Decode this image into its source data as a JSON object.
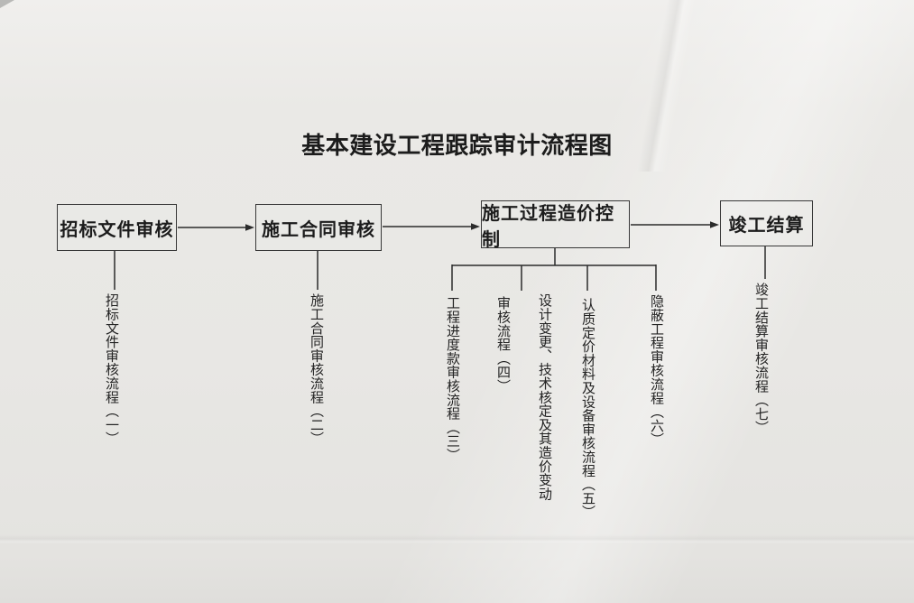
{
  "title": "基本建设工程跟踪审计流程图",
  "colors": {
    "paper": "#e8e7e4",
    "ink": "#1c1c1c",
    "line": "#2b2b2b",
    "box_border": "#383838"
  },
  "flow": {
    "nodes": [
      {
        "label": "招标文件审核",
        "process": "招标文件审核流程（一）"
      },
      {
        "label": "施工合同审核",
        "process": "施工合同审核流程（二）"
      },
      {
        "label": "施工过程造价控制",
        "branches": [
          {
            "columns": [
              "工程进度款审核流程（三）"
            ]
          },
          {
            "columns": [
              "设计变更、技术核定及其造价变动",
              "审核流程（四）"
            ]
          },
          {
            "columns": [
              "认质定价材料及设备审核流程（五）"
            ]
          },
          {
            "columns": [
              "隐蔽工程审核流程（六）"
            ]
          }
        ]
      },
      {
        "label": "竣工结算",
        "process": "竣工结算审核流程（七）"
      }
    ]
  }
}
